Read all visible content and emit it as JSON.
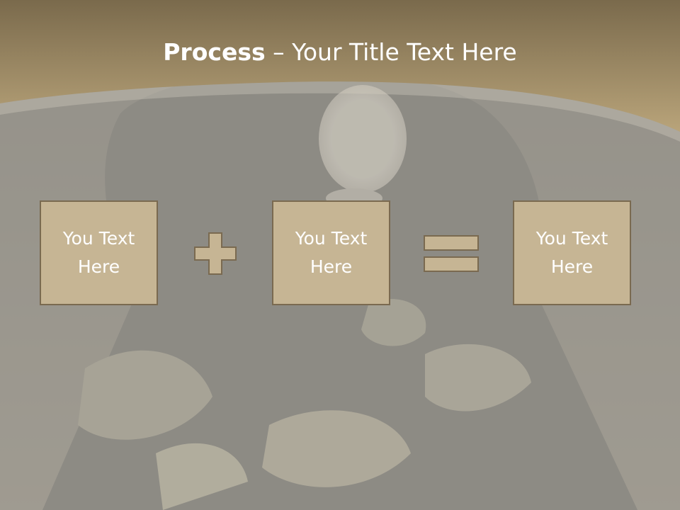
{
  "slide": {
    "title_bold": "Process",
    "title_rest": " – Your Title Text Here",
    "boxes": [
      {
        "label": "You Text Here"
      },
      {
        "label": "You Text Here"
      },
      {
        "label": "You Text Here"
      }
    ],
    "operators": [
      "plus-icon",
      "equals-icon"
    ]
  },
  "colors": {
    "header_top": "#7a6a4c",
    "header_bottom": "#b9a47a",
    "box_fill": "#c6b594",
    "box_border": "#7a6a50",
    "text": "#ffffff",
    "overlay": "#c9c6bf"
  }
}
